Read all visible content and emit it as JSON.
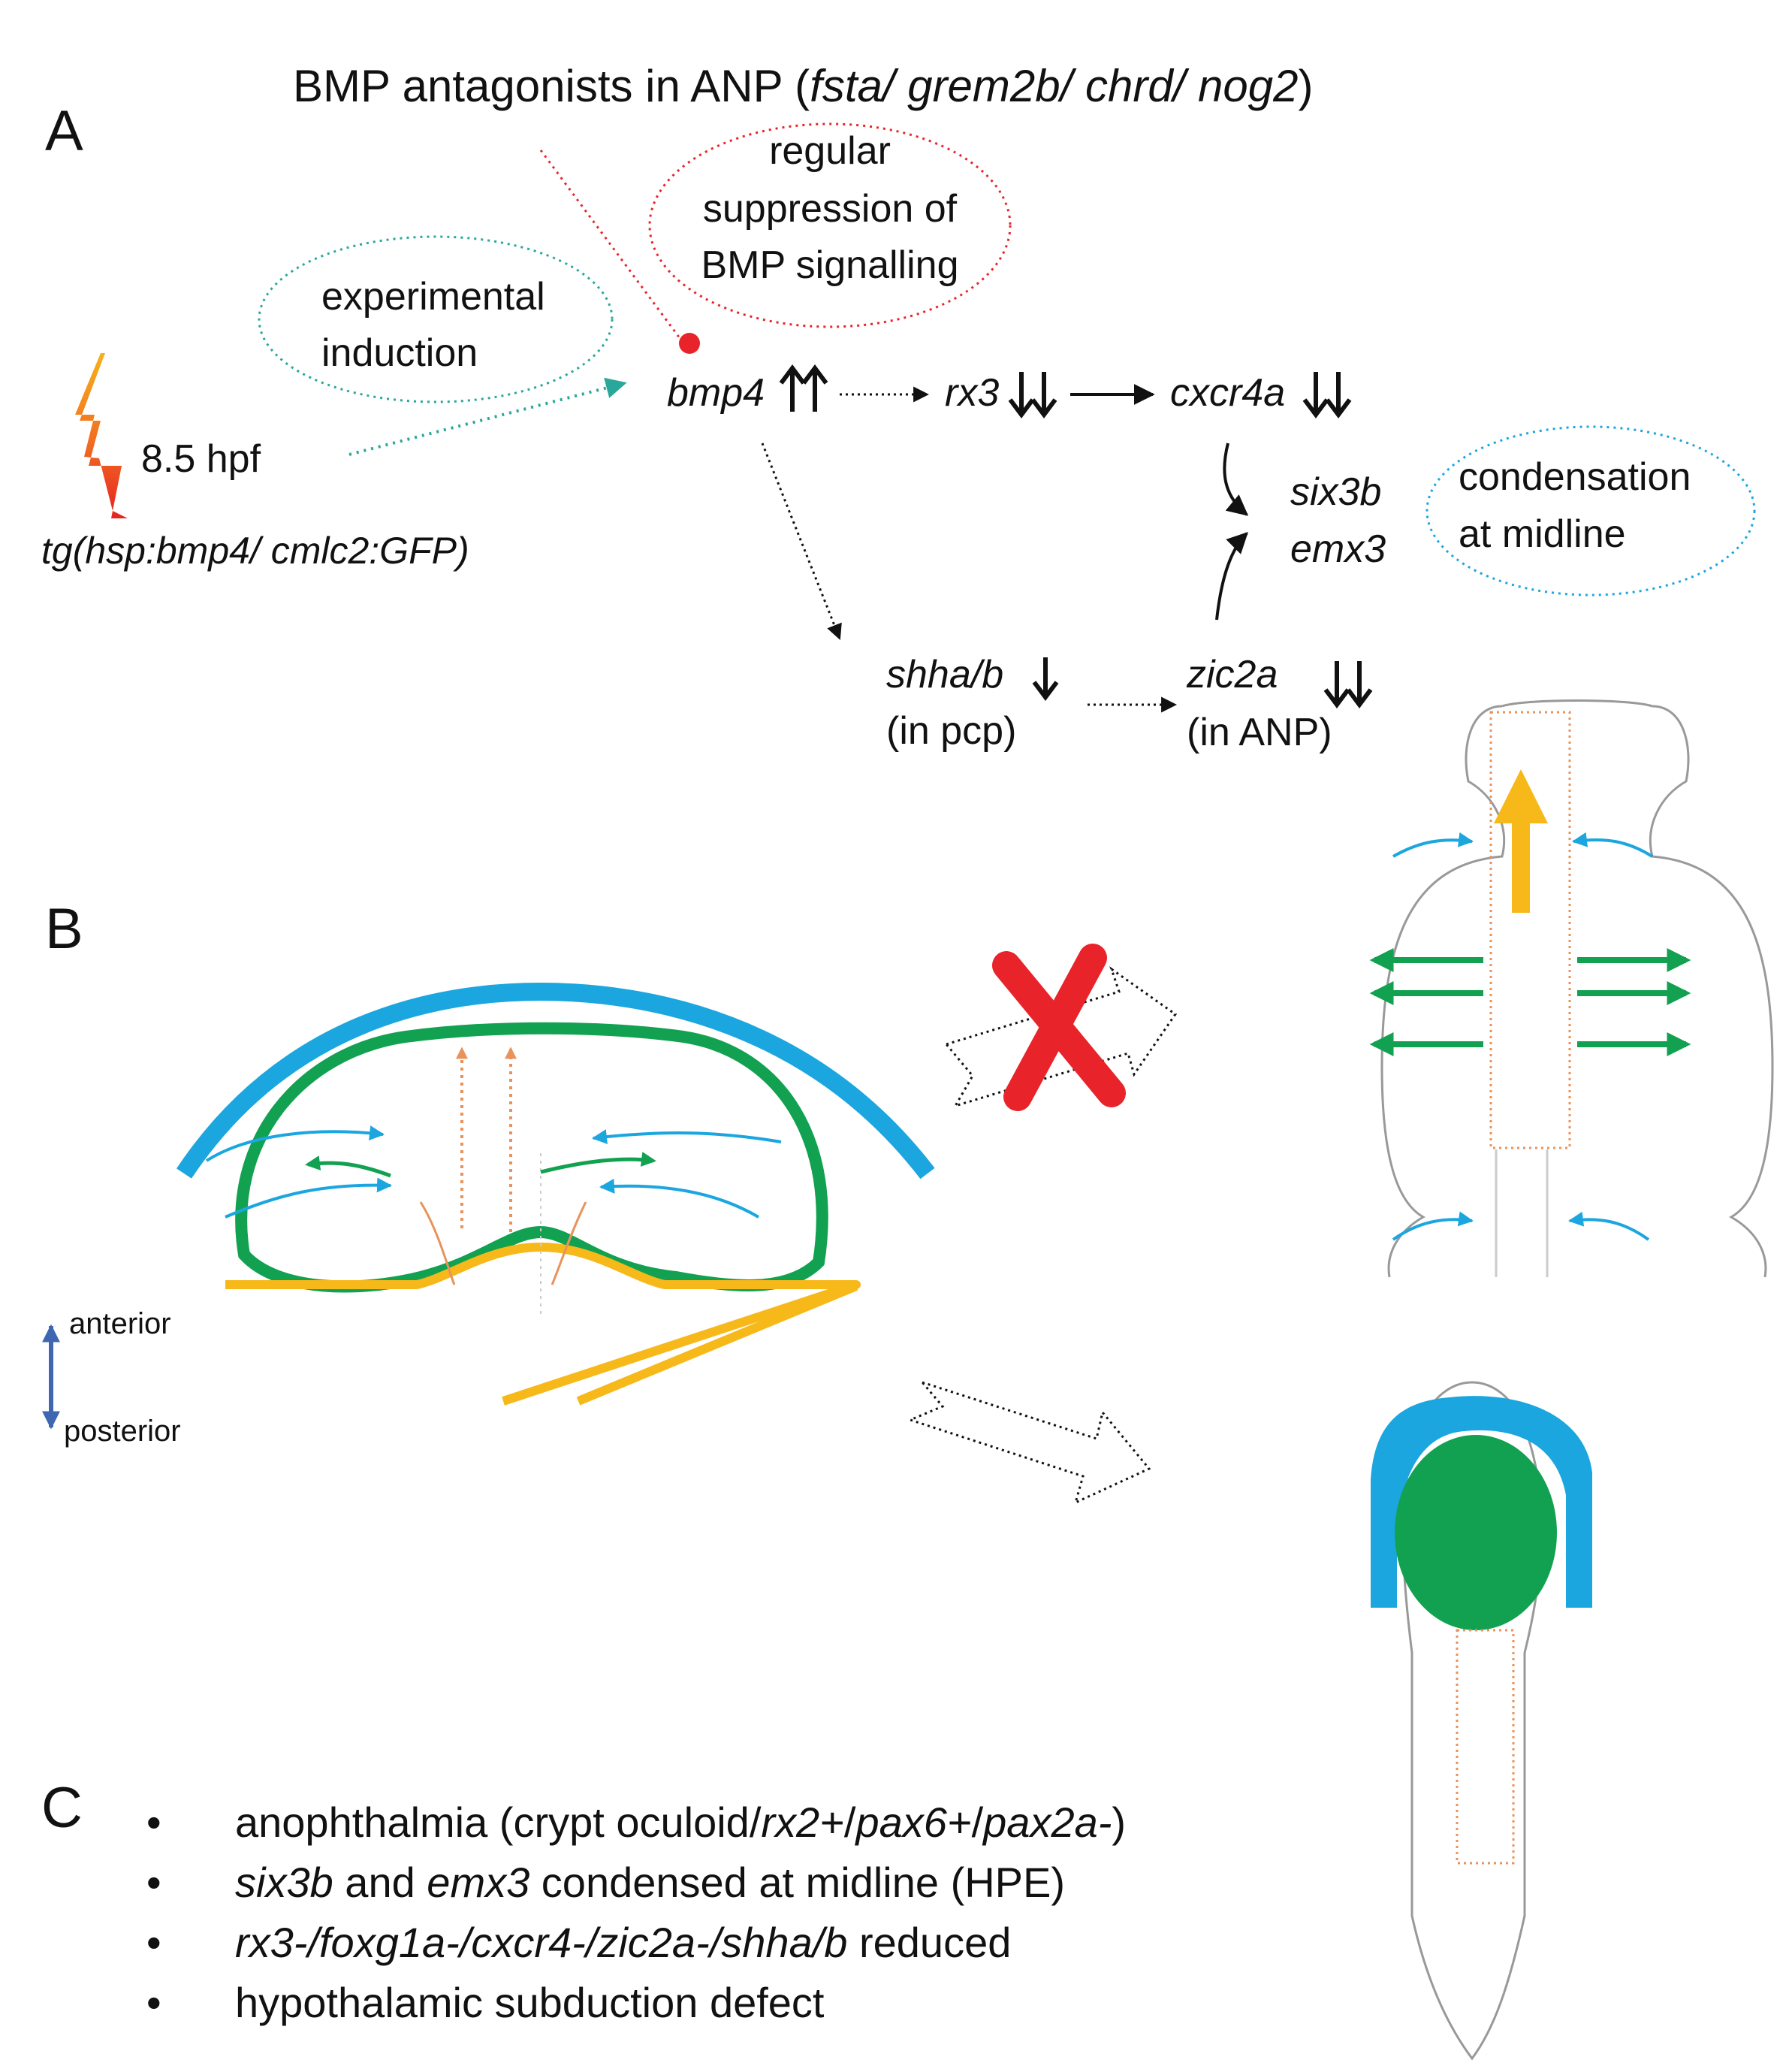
{
  "panel_labels": {
    "a": "A",
    "b": "B",
    "c": "C"
  },
  "title": {
    "prefix": "BMP antagonists in ANP (",
    "genes": "fsta/ grem2b/ chrd/ nog2",
    "suffix": ")"
  },
  "bubbles": {
    "suppression": [
      "regular",
      "suppression of",
      "BMP signalling"
    ],
    "induction": [
      "experimental",
      "induction"
    ],
    "condensation": [
      "condensation",
      "at midline"
    ]
  },
  "heat_shock": {
    "time": "8.5 hpf",
    "transgene": "tg(hsp:bmp4/ cmlc2:GFP)"
  },
  "genes": {
    "bmp4": "bmp4",
    "rx3": "rx3",
    "cxcr4a": "cxcr4a",
    "six3b": "six3b",
    "emx3": "emx3",
    "shha_b": "shha/b",
    "shha_b_loc": "(in pcp)",
    "zic2a": "zic2a",
    "zic2a_loc": "(in ANP)"
  },
  "axis": {
    "anterior": "anterior",
    "posterior": "posterior"
  },
  "summary": [
    {
      "parts": [
        {
          "t": "anophthalmia (crypt oculoid/",
          "i": false
        },
        {
          "t": "rx2+",
          "i": true
        },
        {
          "t": "/",
          "i": false
        },
        {
          "t": "pax6+",
          "i": true
        },
        {
          "t": "/",
          "i": false
        },
        {
          "t": "pax2a-",
          "i": true
        },
        {
          "t": ")",
          "i": false
        }
      ]
    },
    {
      "parts": [
        {
          "t": "six3b",
          "i": true
        },
        {
          "t": " and ",
          "i": false
        },
        {
          "t": "emx3",
          "i": true
        },
        {
          "t": " condensed at midline (HPE)",
          "i": false
        }
      ]
    },
    {
      "parts": [
        {
          "t": "rx3-/foxg1a-/cxcr4-/zic2a-/shha/b",
          "i": true
        },
        {
          "t": " reduced",
          "i": false
        }
      ]
    },
    {
      "parts": [
        {
          "t": "hypothalamic subduction defect",
          "i": false
        }
      ]
    }
  ],
  "bullet_glyph": "•",
  "colors": {
    "blue": "#1ba6df",
    "green": "#12a150",
    "yellow": "#f7b81a",
    "red": "#e8242a",
    "teal_dotted": "#2aa79b",
    "orange_dotted": "#e8935c",
    "dark_blue": "#3f66b0"
  }
}
